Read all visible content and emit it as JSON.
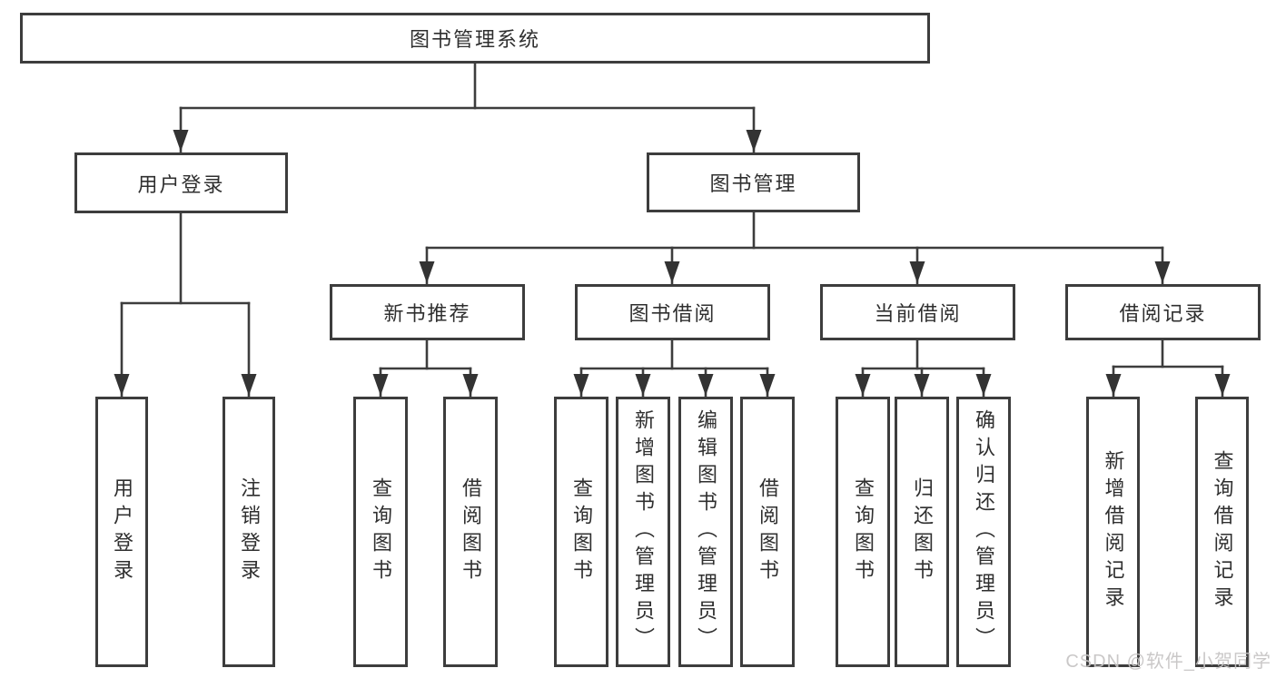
{
  "diagram_type": "tree-structure-chart",
  "colors": {
    "line": "#3d3d3d",
    "box_border": "#3d3d3d",
    "box_fill": "#ffffff",
    "text": "#2f2f2f",
    "watermark": "#c5c3c3",
    "background": "#ffffff"
  },
  "nodes": {
    "root": "图书管理系统",
    "user_login": "用户登录",
    "book_mgmt": "图书管理",
    "new_books": "新书推荐",
    "book_borrow": "图书借阅",
    "current_borrow": "当前借阅",
    "borrow_records": "借阅记录",
    "leaf_user_login": "用户登录",
    "leaf_logout": "注销登录",
    "leaf_nb_query": "查询图书",
    "leaf_nb_borrow": "借阅图书",
    "leaf_bb_query": "查询图书",
    "leaf_bb_add": "新增图书（管理员）",
    "leaf_bb_edit": "编辑图书（管理员）",
    "leaf_bb_borrow": "借阅图书",
    "leaf_cb_query": "查询图书",
    "leaf_cb_return": "归还图书",
    "leaf_cb_confirm": "确认归还（管理员）",
    "leaf_br_add": "新增借阅记录",
    "leaf_br_query": "查询借阅记录"
  },
  "watermark": "CSDN @软件_小贺同学"
}
